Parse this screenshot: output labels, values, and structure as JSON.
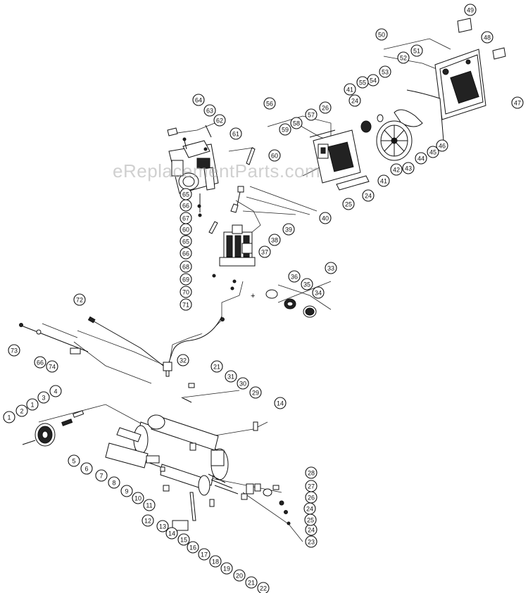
{
  "watermark": "eReplacementParts.com",
  "callouts": [
    {
      "id": "1",
      "label": "1"
    },
    {
      "id": "2",
      "label": "2"
    },
    {
      "id": "3",
      "label": "3"
    },
    {
      "id": "4",
      "label": "4"
    },
    {
      "id": "1b",
      "label": "1"
    },
    {
      "id": "5",
      "label": "5"
    },
    {
      "id": "6",
      "label": "6"
    },
    {
      "id": "7",
      "label": "7"
    },
    {
      "id": "8",
      "label": "8"
    },
    {
      "id": "9",
      "label": "9"
    },
    {
      "id": "10",
      "label": "10"
    },
    {
      "id": "11",
      "label": "11"
    },
    {
      "id": "12",
      "label": "12"
    },
    {
      "id": "13",
      "label": "13"
    },
    {
      "id": "14",
      "label": "14"
    },
    {
      "id": "14b",
      "label": "14"
    },
    {
      "id": "15",
      "label": "15"
    },
    {
      "id": "16",
      "label": "16"
    },
    {
      "id": "17",
      "label": "17"
    },
    {
      "id": "18",
      "label": "18"
    },
    {
      "id": "19",
      "label": "19"
    },
    {
      "id": "20",
      "label": "20"
    },
    {
      "id": "21",
      "label": "21"
    },
    {
      "id": "21b",
      "label": "21"
    },
    {
      "id": "22",
      "label": "22"
    },
    {
      "id": "23",
      "label": "23"
    },
    {
      "id": "24",
      "label": "24"
    },
    {
      "id": "24b",
      "label": "24"
    },
    {
      "id": "24c",
      "label": "24"
    },
    {
      "id": "24d",
      "label": "24"
    },
    {
      "id": "25",
      "label": "25"
    },
    {
      "id": "25b",
      "label": "25"
    },
    {
      "id": "26",
      "label": "26"
    },
    {
      "id": "26b",
      "label": "26"
    },
    {
      "id": "27",
      "label": "27"
    },
    {
      "id": "28",
      "label": "28"
    },
    {
      "id": "29",
      "label": "29"
    },
    {
      "id": "30",
      "label": "30"
    },
    {
      "id": "31",
      "label": "31"
    },
    {
      "id": "32",
      "label": "32"
    },
    {
      "id": "33",
      "label": "33"
    },
    {
      "id": "34",
      "label": "34"
    },
    {
      "id": "35",
      "label": "35"
    },
    {
      "id": "36",
      "label": "36"
    },
    {
      "id": "37",
      "label": "37"
    },
    {
      "id": "38",
      "label": "38"
    },
    {
      "id": "39",
      "label": "39"
    },
    {
      "id": "40",
      "label": "40"
    },
    {
      "id": "41",
      "label": "41"
    },
    {
      "id": "41b",
      "label": "41"
    },
    {
      "id": "42",
      "label": "42"
    },
    {
      "id": "43",
      "label": "43"
    },
    {
      "id": "44",
      "label": "44"
    },
    {
      "id": "45",
      "label": "45"
    },
    {
      "id": "46",
      "label": "46"
    },
    {
      "id": "47",
      "label": "47"
    },
    {
      "id": "48",
      "label": "48"
    },
    {
      "id": "49",
      "label": "49"
    },
    {
      "id": "50",
      "label": "50"
    },
    {
      "id": "51",
      "label": "51"
    },
    {
      "id": "52",
      "label": "52"
    },
    {
      "id": "53",
      "label": "53"
    },
    {
      "id": "54",
      "label": "54"
    },
    {
      "id": "55",
      "label": "55"
    },
    {
      "id": "56",
      "label": "56"
    },
    {
      "id": "57",
      "label": "57"
    },
    {
      "id": "58",
      "label": "58"
    },
    {
      "id": "59",
      "label": "59"
    },
    {
      "id": "60",
      "label": "60"
    },
    {
      "id": "60b",
      "label": "60"
    },
    {
      "id": "61",
      "label": "61"
    },
    {
      "id": "62",
      "label": "62"
    },
    {
      "id": "63",
      "label": "63"
    },
    {
      "id": "64",
      "label": "64"
    },
    {
      "id": "65",
      "label": "65"
    },
    {
      "id": "65b",
      "label": "65"
    },
    {
      "id": "66",
      "label": "66"
    },
    {
      "id": "66b",
      "label": "66"
    },
    {
      "id": "66c",
      "label": "66"
    },
    {
      "id": "67",
      "label": "67"
    },
    {
      "id": "68",
      "label": "68"
    },
    {
      "id": "69",
      "label": "69"
    },
    {
      "id": "70",
      "label": "70"
    },
    {
      "id": "71",
      "label": "71"
    },
    {
      "id": "72",
      "label": "72"
    },
    {
      "id": "73",
      "label": "73"
    },
    {
      "id": "74",
      "label": "74"
    }
  ]
}
